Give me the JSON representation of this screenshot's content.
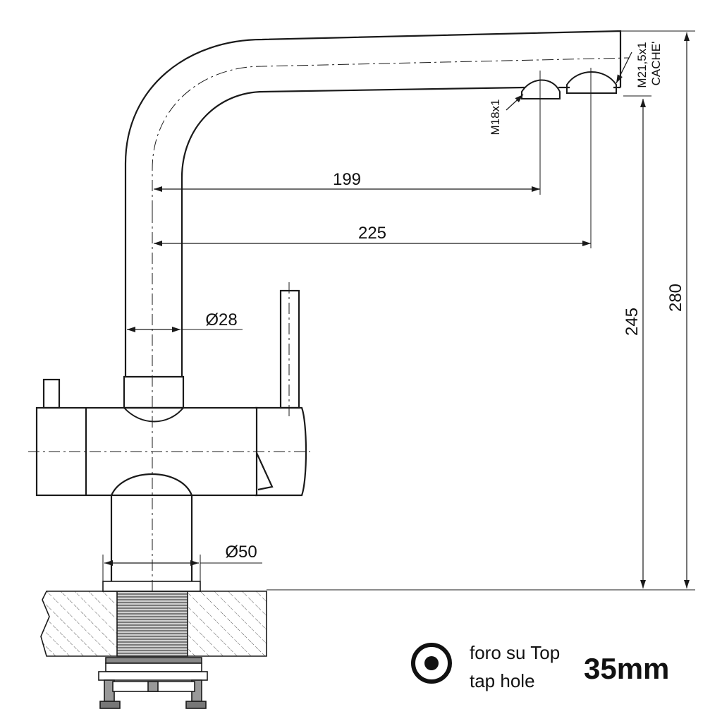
{
  "drawing": {
    "dimensions": {
      "reach_aerator": "199",
      "reach_outlet": "225",
      "spout_diameter": "Ø28",
      "base_diameter": "Ø50",
      "outlet_height": "245",
      "total_height": "280"
    },
    "threads": {
      "small_outlet": "M18x1",
      "large_outlet_line1": "M21,5x1",
      "large_outlet_line2": "CACHE'"
    },
    "legend": {
      "hole_label_it": "foro su Top",
      "hole_label_en": "tap hole",
      "hole_size": "35mm"
    },
    "colors": {
      "line": "#1a1a1a",
      "background": "#ffffff"
    }
  }
}
